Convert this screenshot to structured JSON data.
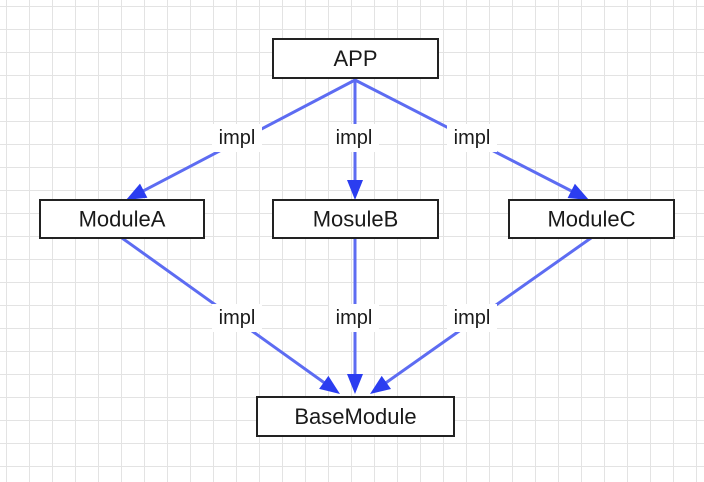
{
  "diagram": {
    "nodes": [
      {
        "id": "app",
        "label": "APP"
      },
      {
        "id": "module_a",
        "label": "ModuleA"
      },
      {
        "id": "mosule_b",
        "label": "MosuleB"
      },
      {
        "id": "module_c",
        "label": "ModuleC"
      },
      {
        "id": "base_module",
        "label": "BaseModule"
      }
    ],
    "edges": [
      {
        "from": "app",
        "to": "module_a",
        "label": "impl"
      },
      {
        "from": "app",
        "to": "mosule_b",
        "label": "impl"
      },
      {
        "from": "app",
        "to": "module_c",
        "label": "impl"
      },
      {
        "from": "module_a",
        "to": "base_module",
        "label": "impl"
      },
      {
        "from": "mosule_b",
        "to": "base_module",
        "label": "impl"
      },
      {
        "from": "module_c",
        "to": "base_module",
        "label": "impl"
      }
    ],
    "colors": {
      "edge": "#5d6cf2",
      "arrowhead": "#2b3df0",
      "node_border": "#222222",
      "grid": "#e3e3e3"
    }
  }
}
